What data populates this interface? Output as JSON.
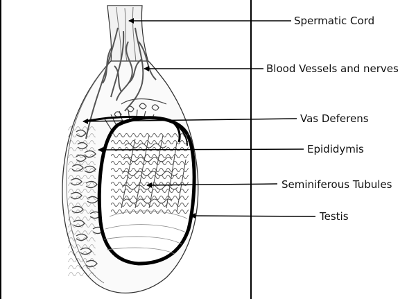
{
  "labels": {
    "spermatic_cord": "Spermatic Cord",
    "blood_vessels": "Blood Vessels and nerves",
    "vas_deferens": "Vas Deferens",
    "epididymis": "Epididymis",
    "seminiferous_tubules": "Seminiferous Tubules",
    "testis": "Testis"
  },
  "colors": {
    "line": "#000000",
    "vessel": "#555555",
    "tubule": "#444444",
    "shade": "#c8c8c8"
  }
}
